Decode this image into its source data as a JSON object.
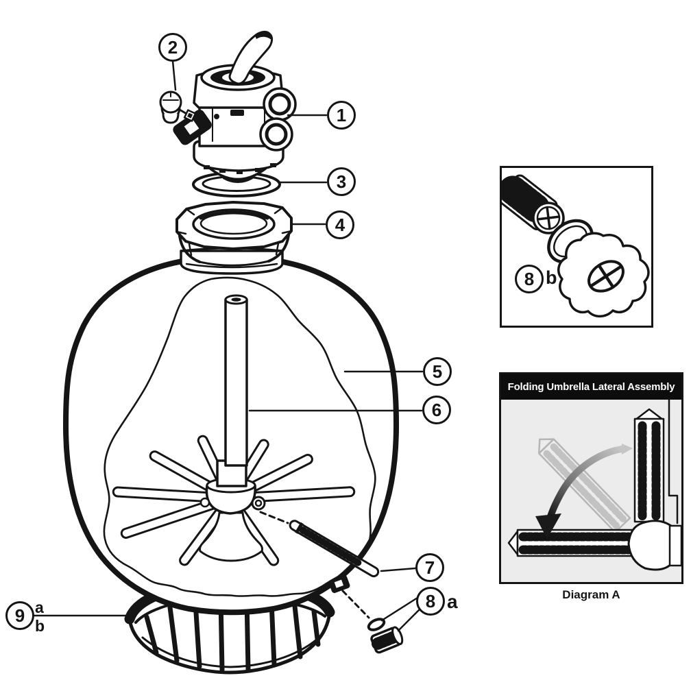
{
  "colors": {
    "line": "#151515",
    "background": "#ffffff",
    "inset_panel": "#ececec",
    "ghost_gray": "#bdbdbd"
  },
  "callouts": {
    "valve": {
      "number": "1"
    },
    "pressure_gauge": {
      "number": "2"
    },
    "valve_oring": {
      "number": "3"
    },
    "flange_clamp": {
      "number": "4"
    },
    "tank": {
      "number": "5"
    },
    "standpipe": {
      "number": "6"
    },
    "lateral": {
      "number": "7"
    },
    "drain_assembly": {
      "number": "8",
      "letter": "a"
    },
    "base": {
      "number": "9",
      "letter_a": "a",
      "letter_b": "b"
    },
    "inset_drain": {
      "number": "8",
      "letter": "b"
    }
  },
  "insets": {
    "lateral_assembly": {
      "title": "Folding Umbrella Lateral Assembly",
      "caption": "Diagram A"
    }
  }
}
